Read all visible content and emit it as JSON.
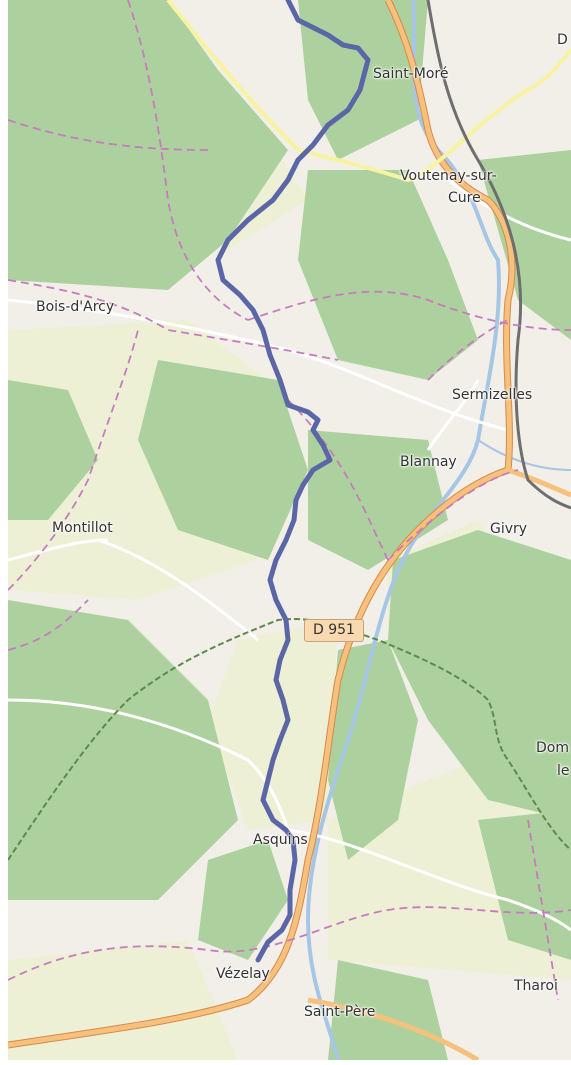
{
  "map": {
    "places": [
      {
        "id": "saint-more",
        "label": "Saint-Moré"
      },
      {
        "id": "voutenay-line1",
        "label": "Voutenay-sur-"
      },
      {
        "id": "voutenay-line2",
        "label": "Cure"
      },
      {
        "id": "bois-d-arcy",
        "label": "Bois-d'Arcy"
      },
      {
        "id": "sermizelles",
        "label": "Sermizelles"
      },
      {
        "id": "blannay",
        "label": "Blannay"
      },
      {
        "id": "montillot",
        "label": "Montillot"
      },
      {
        "id": "givry",
        "label": "Givry"
      },
      {
        "id": "dom-partial",
        "label": "Dom"
      },
      {
        "id": "le-partial",
        "label": "le"
      },
      {
        "id": "asquins",
        "label": "Asquins"
      },
      {
        "id": "vezelay",
        "label": "Vézelay"
      },
      {
        "id": "saint-pere",
        "label": "Saint-Père"
      },
      {
        "id": "tharoi-partial",
        "label": "Tharoi"
      },
      {
        "id": "edge-d",
        "label": "D"
      }
    ],
    "road_shield": {
      "label": "D 951"
    },
    "colors": {
      "forest": "#add19e",
      "land": "#f2efe9",
      "farmland": "#eef0d5",
      "route": "#5b66a6",
      "major_road": "#f0a45a",
      "minor_road": "#ffffff",
      "river": "#a6c6e6",
      "admin_boundary": "#c77bbf",
      "forest_boundary": "#5d8a4a",
      "railway": "#6e6e6e"
    }
  }
}
